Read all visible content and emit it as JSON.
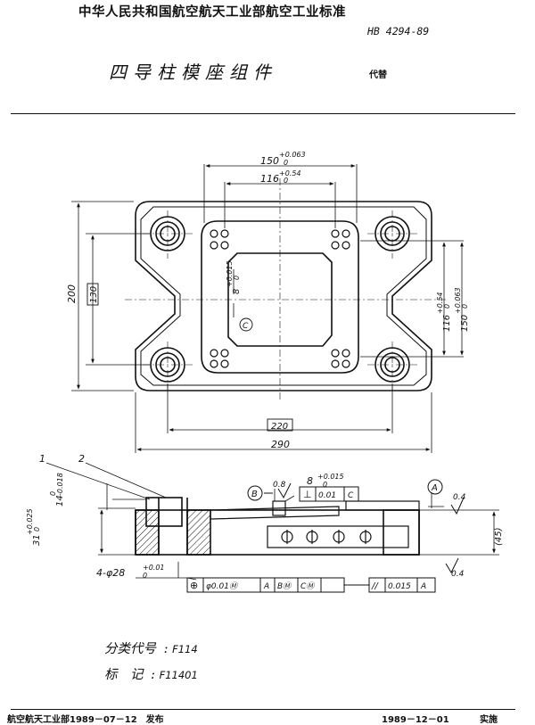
{
  "header": {
    "title": "中华人民共和国航空航天工业部航空工业标准",
    "standard_number": "HB 4294-89",
    "standard_name": "四导柱模座组件",
    "replaces": "代替"
  },
  "drawing": {
    "dims": {
      "top_150": "150",
      "top_150_tol": "+0.063",
      "top_150_tol0": "0",
      "top_116": "116",
      "top_116_tol": "+0.54",
      "top_116_tol0": "0",
      "left_200": "200",
      "left_130": "130",
      "right_116": "116",
      "right_116_tol": "+0.54",
      "right_116_tol0": "0",
      "right_150": "150",
      "right_150_tol": "+0.063",
      "right_150_tol0": "0",
      "slot_8": "8",
      "slot_8_tol": "+0.015",
      "slot_8_tol0": "0",
      "bottom_220": "220",
      "bottom_290": "290",
      "datum_c": "C"
    },
    "section": {
      "label_1": "1",
      "label_2": "2",
      "height_31": "31",
      "height_31_tol": "+0.025",
      "height_31_tol0": "0",
      "height_14": "14",
      "height_14_tol": "0",
      "height_14_tol2": "-0.018",
      "roughness_08": "0.8",
      "roughness_04_top": "0.4",
      "roughness_04_bottom": "0.4",
      "dim_8": "8",
      "dim_8_tol": "+0.015",
      "dim_8_tol0": "0",
      "datum_b": "B",
      "datum_a": "A",
      "perp_symbol": "⊥",
      "perp_value": "0.01",
      "perp_datum": "C",
      "dim_45": "(45)",
      "bore": "4-φ28",
      "bore_tol": "+0.01",
      "bore_tol0": "0",
      "pos_symbol": "⊕",
      "pos_value": "φ0.01Ⓜ",
      "pos_datum_a": "A",
      "pos_datum_b": "BⓂ",
      "pos_datum_c": "CⓂ",
      "par_symbol": "//",
      "par_value": "0.015",
      "par_datum": "A"
    }
  },
  "info": {
    "class_code_label": "分类代号",
    "class_code_value": "F114",
    "mark_label": "标　记",
    "mark_value": "F11401"
  },
  "footer": {
    "issued": "航空航天工业部1989－07－12　发布",
    "effective": "1989－12－01",
    "implement": "实施"
  }
}
